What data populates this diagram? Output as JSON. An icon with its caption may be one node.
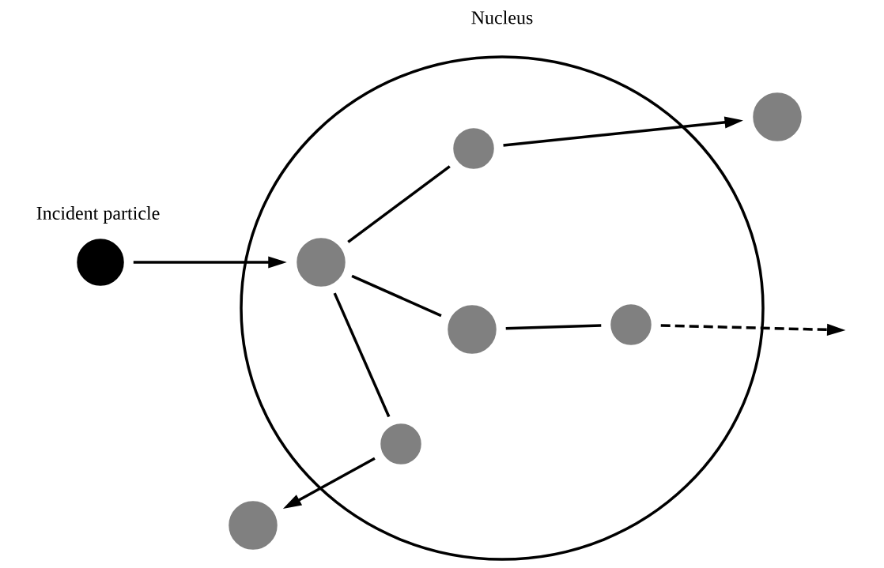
{
  "diagram": {
    "nodes": [
      {
        "text": [
          "Nucleus"
        ]
      },
      {
        "text": [],
        "shape": "circle",
        "beside": [
          "Incident particle"
        ]
      },
      {
        "text": [],
        "shape": "circle",
        "in": 0
      },
      {
        "text": [],
        "shape": "circle",
        "in": 0
      },
      {
        "text": [],
        "shape": "circle",
        "in": 0
      },
      {
        "text": [],
        "shape": "circle",
        "in": 0
      },
      {
        "text": [],
        "shape": "circle",
        "in": 0
      },
      {
        "text": [],
        "shape": "circle"
      },
      {
        "text": [],
        "shape": "circle"
      }
    ],
    "edges": [
      {
        "from": 1,
        "to": 2,
        "arrow": "to"
      },
      {
        "from": 2,
        "to": 3,
        "arrow": "none"
      },
      {
        "from": 2,
        "to": 4,
        "arrow": "none"
      },
      {
        "from": 2,
        "to": 6,
        "arrow": "none"
      },
      {
        "from": 4,
        "to": 5,
        "arrow": "none"
      },
      {
        "from": 3,
        "to": 7,
        "arrow": "to"
      },
      {
        "from": 6,
        "to": 8,
        "arrow": "to"
      },
      {
        "from": 5,
        "to": null,
        "arrow": "to",
        "style": "dashed"
      }
    ]
  }
}
